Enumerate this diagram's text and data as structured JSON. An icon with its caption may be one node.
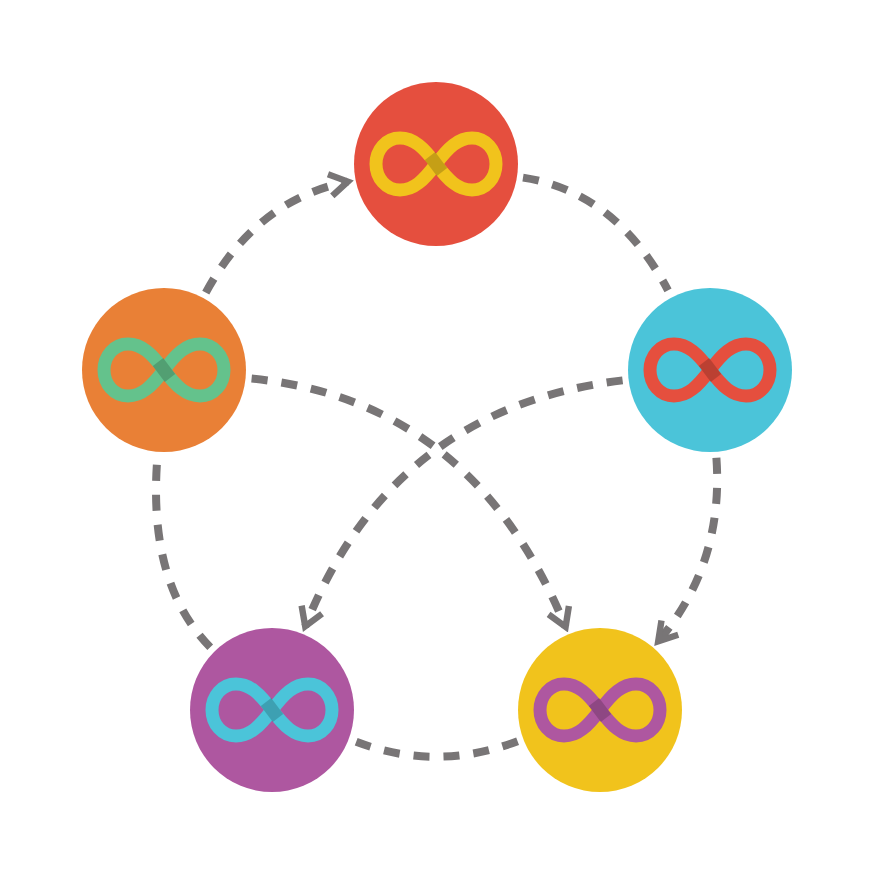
{
  "diagram": {
    "nodes": [
      {
        "text": [],
        "shape": "circle"
      },
      {
        "text": [],
        "shape": "circle"
      },
      {
        "text": [],
        "shape": "circle"
      },
      {
        "text": [],
        "shape": "circle"
      },
      {
        "text": [],
        "shape": "circle"
      }
    ],
    "edges": [
      {
        "from": 1,
        "to": 0,
        "arrow": "to",
        "style": "dashed"
      },
      {
        "from": 0,
        "to": 2,
        "arrow": "none",
        "style": "dashed"
      },
      {
        "from": 2,
        "to": 4,
        "arrow": "to",
        "style": "dashed"
      },
      {
        "from": 4,
        "to": 3,
        "arrow": "none",
        "style": "dashed"
      },
      {
        "from": 3,
        "to": 1,
        "arrow": "none",
        "style": "dashed"
      },
      {
        "from": 1,
        "to": 4,
        "arrow": "to",
        "style": "dashed"
      },
      {
        "from": 2,
        "to": 3,
        "arrow": "to",
        "style": "dashed"
      }
    ]
  }
}
